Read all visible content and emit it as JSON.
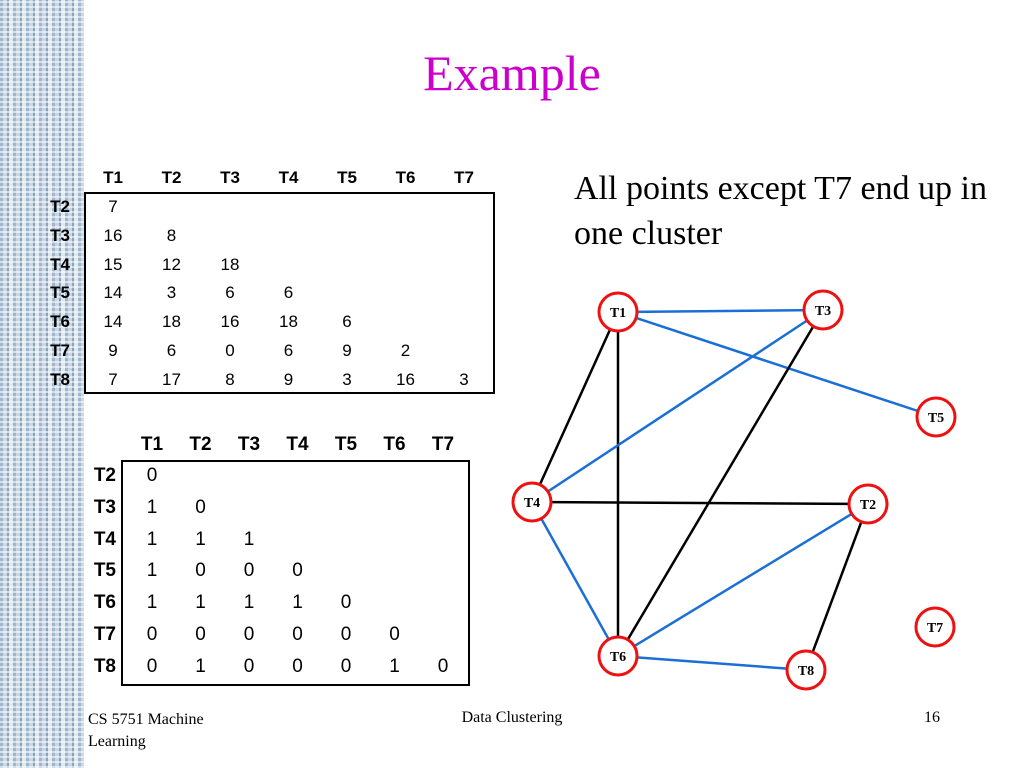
{
  "slide": {
    "title": "Example",
    "description": "All points except T7 end up in one cluster"
  },
  "distance_table": {
    "columns": [
      "T1",
      "T2",
      "T3",
      "T4",
      "T5",
      "T6",
      "T7"
    ],
    "rows": [
      {
        "label": "T2",
        "values": [
          "7"
        ]
      },
      {
        "label": "T3",
        "values": [
          "16",
          "8"
        ]
      },
      {
        "label": "T4",
        "values": [
          "15",
          "12",
          "18"
        ]
      },
      {
        "label": "T5",
        "values": [
          "14",
          "3",
          "6",
          "6"
        ]
      },
      {
        "label": "T6",
        "values": [
          "14",
          "18",
          "16",
          "18",
          "6"
        ]
      },
      {
        "label": "T7",
        "values": [
          "9",
          "6",
          "0",
          "6",
          "9",
          "2"
        ]
      },
      {
        "label": "T8",
        "values": [
          "7",
          "17",
          "8",
          "9",
          "3",
          "16",
          "3"
        ]
      }
    ]
  },
  "adjacency_table": {
    "columns": [
      "T1",
      "T2",
      "T3",
      "T4",
      "T5",
      "T6",
      "T7"
    ],
    "rows": [
      {
        "label": "T2",
        "values": [
          "0"
        ]
      },
      {
        "label": "T3",
        "values": [
          "1",
          "0"
        ]
      },
      {
        "label": "T4",
        "values": [
          "1",
          "1",
          "1"
        ]
      },
      {
        "label": "T5",
        "values": [
          "1",
          "0",
          "0",
          "0"
        ]
      },
      {
        "label": "T6",
        "values": [
          "1",
          "1",
          "1",
          "1",
          "0"
        ]
      },
      {
        "label": "T7",
        "values": [
          "0",
          "0",
          "0",
          "0",
          "0",
          "0"
        ]
      },
      {
        "label": "T8",
        "values": [
          "0",
          "1",
          "0",
          "0",
          "0",
          "1",
          "0"
        ]
      }
    ]
  },
  "graph": {
    "node_border_color": "#ee1111",
    "blue_edge_color": "#1a6fd6",
    "black_edge_color": "#000000",
    "nodes": [
      "T1",
      "T3",
      "T5",
      "T4",
      "T2",
      "T7",
      "T6",
      "T8"
    ],
    "edges": [
      {
        "from": "T1",
        "to": "T3",
        "color": "blue"
      },
      {
        "from": "T1",
        "to": "T5",
        "color": "blue"
      },
      {
        "from": "T1",
        "to": "T4",
        "color": "black"
      },
      {
        "from": "T1",
        "to": "T6",
        "color": "black"
      },
      {
        "from": "T3",
        "to": "T4",
        "color": "blue"
      },
      {
        "from": "T3",
        "to": "T6",
        "color": "black"
      },
      {
        "from": "T4",
        "to": "T2",
        "color": "black"
      },
      {
        "from": "T4",
        "to": "T6",
        "color": "blue"
      },
      {
        "from": "T2",
        "to": "T6",
        "color": "blue"
      },
      {
        "from": "T2",
        "to": "T8",
        "color": "black"
      },
      {
        "from": "T6",
        "to": "T8",
        "color": "blue"
      }
    ]
  },
  "footer": {
    "course": "CS 5751 Machine Learning",
    "topic": "Data Clustering",
    "page": "16"
  }
}
